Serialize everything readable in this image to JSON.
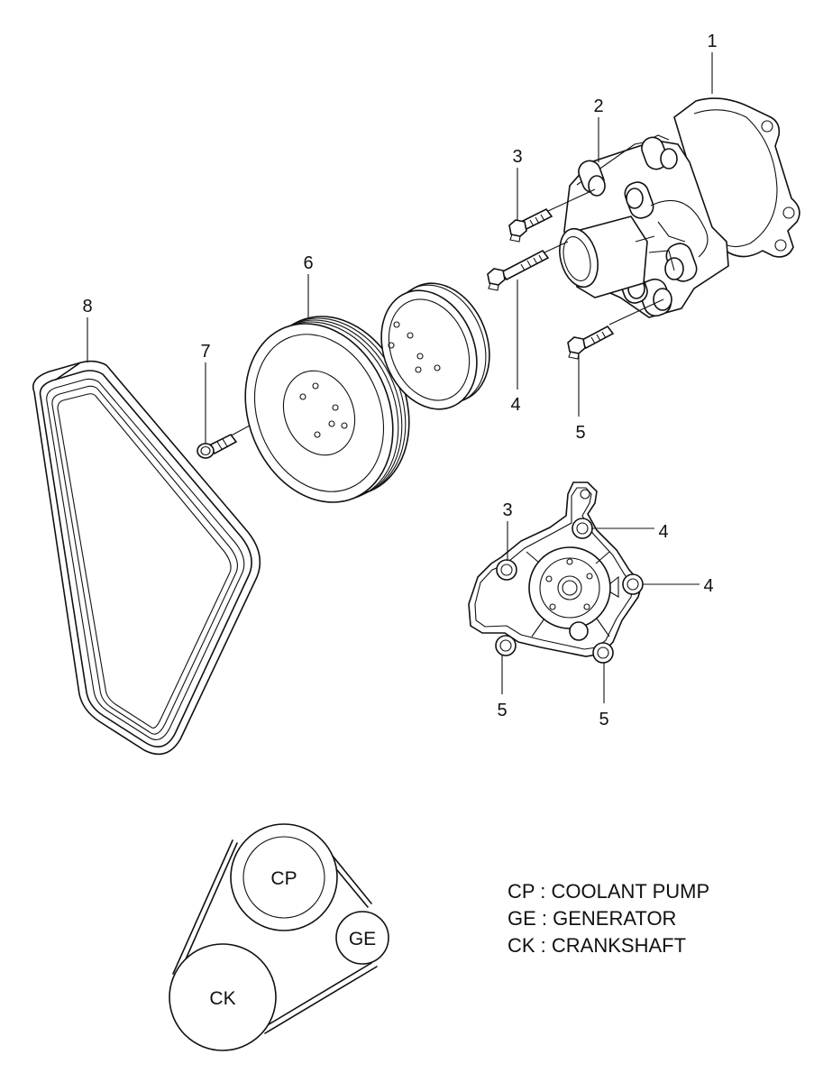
{
  "callouts": {
    "c1": "1",
    "c2": "2",
    "c3a": "3",
    "c4a": "4",
    "c5a": "5",
    "c6": "6",
    "c7": "7",
    "c8": "8",
    "c3b": "3",
    "c4b": "4",
    "c4c": "4",
    "c5b": "5",
    "c5c": "5"
  },
  "belt_routing": {
    "pulleys": {
      "cp": "CP",
      "ge": "GE",
      "ck": "CK"
    }
  },
  "legend": {
    "cp": "CP : COOLANT PUMP",
    "ge": "GE : GENERATOR",
    "ck": "CK : CRANKSHAFT"
  }
}
